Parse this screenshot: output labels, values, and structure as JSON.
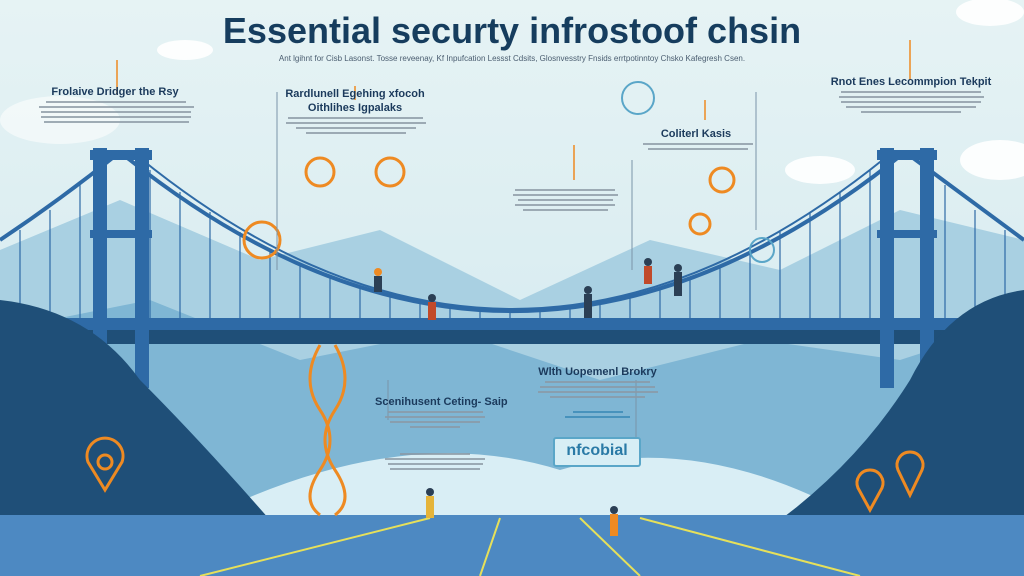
{
  "title": "Essential securty infrostoof chsin",
  "subtitle": "Ant lgihnt for Cisb Lasonst. Tosse reveenay, Kf Inpufcation Lessst Cdsits, Glosnvesstry Fnsids errtpotinntoy Chsko Kafegresh Csen.",
  "sections": [
    {
      "heading": "Frolaive Dridger the Rsy"
    },
    {
      "heading": "Rardlunell Egehing xfocoh"
    },
    {
      "heading": "Oithlihes Igpalaks"
    },
    {
      "heading": "Coliterl Kasis"
    },
    {
      "heading": "Rnot Enes Lecommpion Tekpit"
    },
    {
      "heading": "Scenihusent Ceting- Saip"
    },
    {
      "heading": "Wlth Uopemenl Brokry"
    }
  ],
  "badge": "nfcobial",
  "colors": {
    "bridge": "#2e6aa6",
    "accent": "#ee8a22",
    "title": "#163d5e",
    "mountain": "#1f4f78"
  }
}
